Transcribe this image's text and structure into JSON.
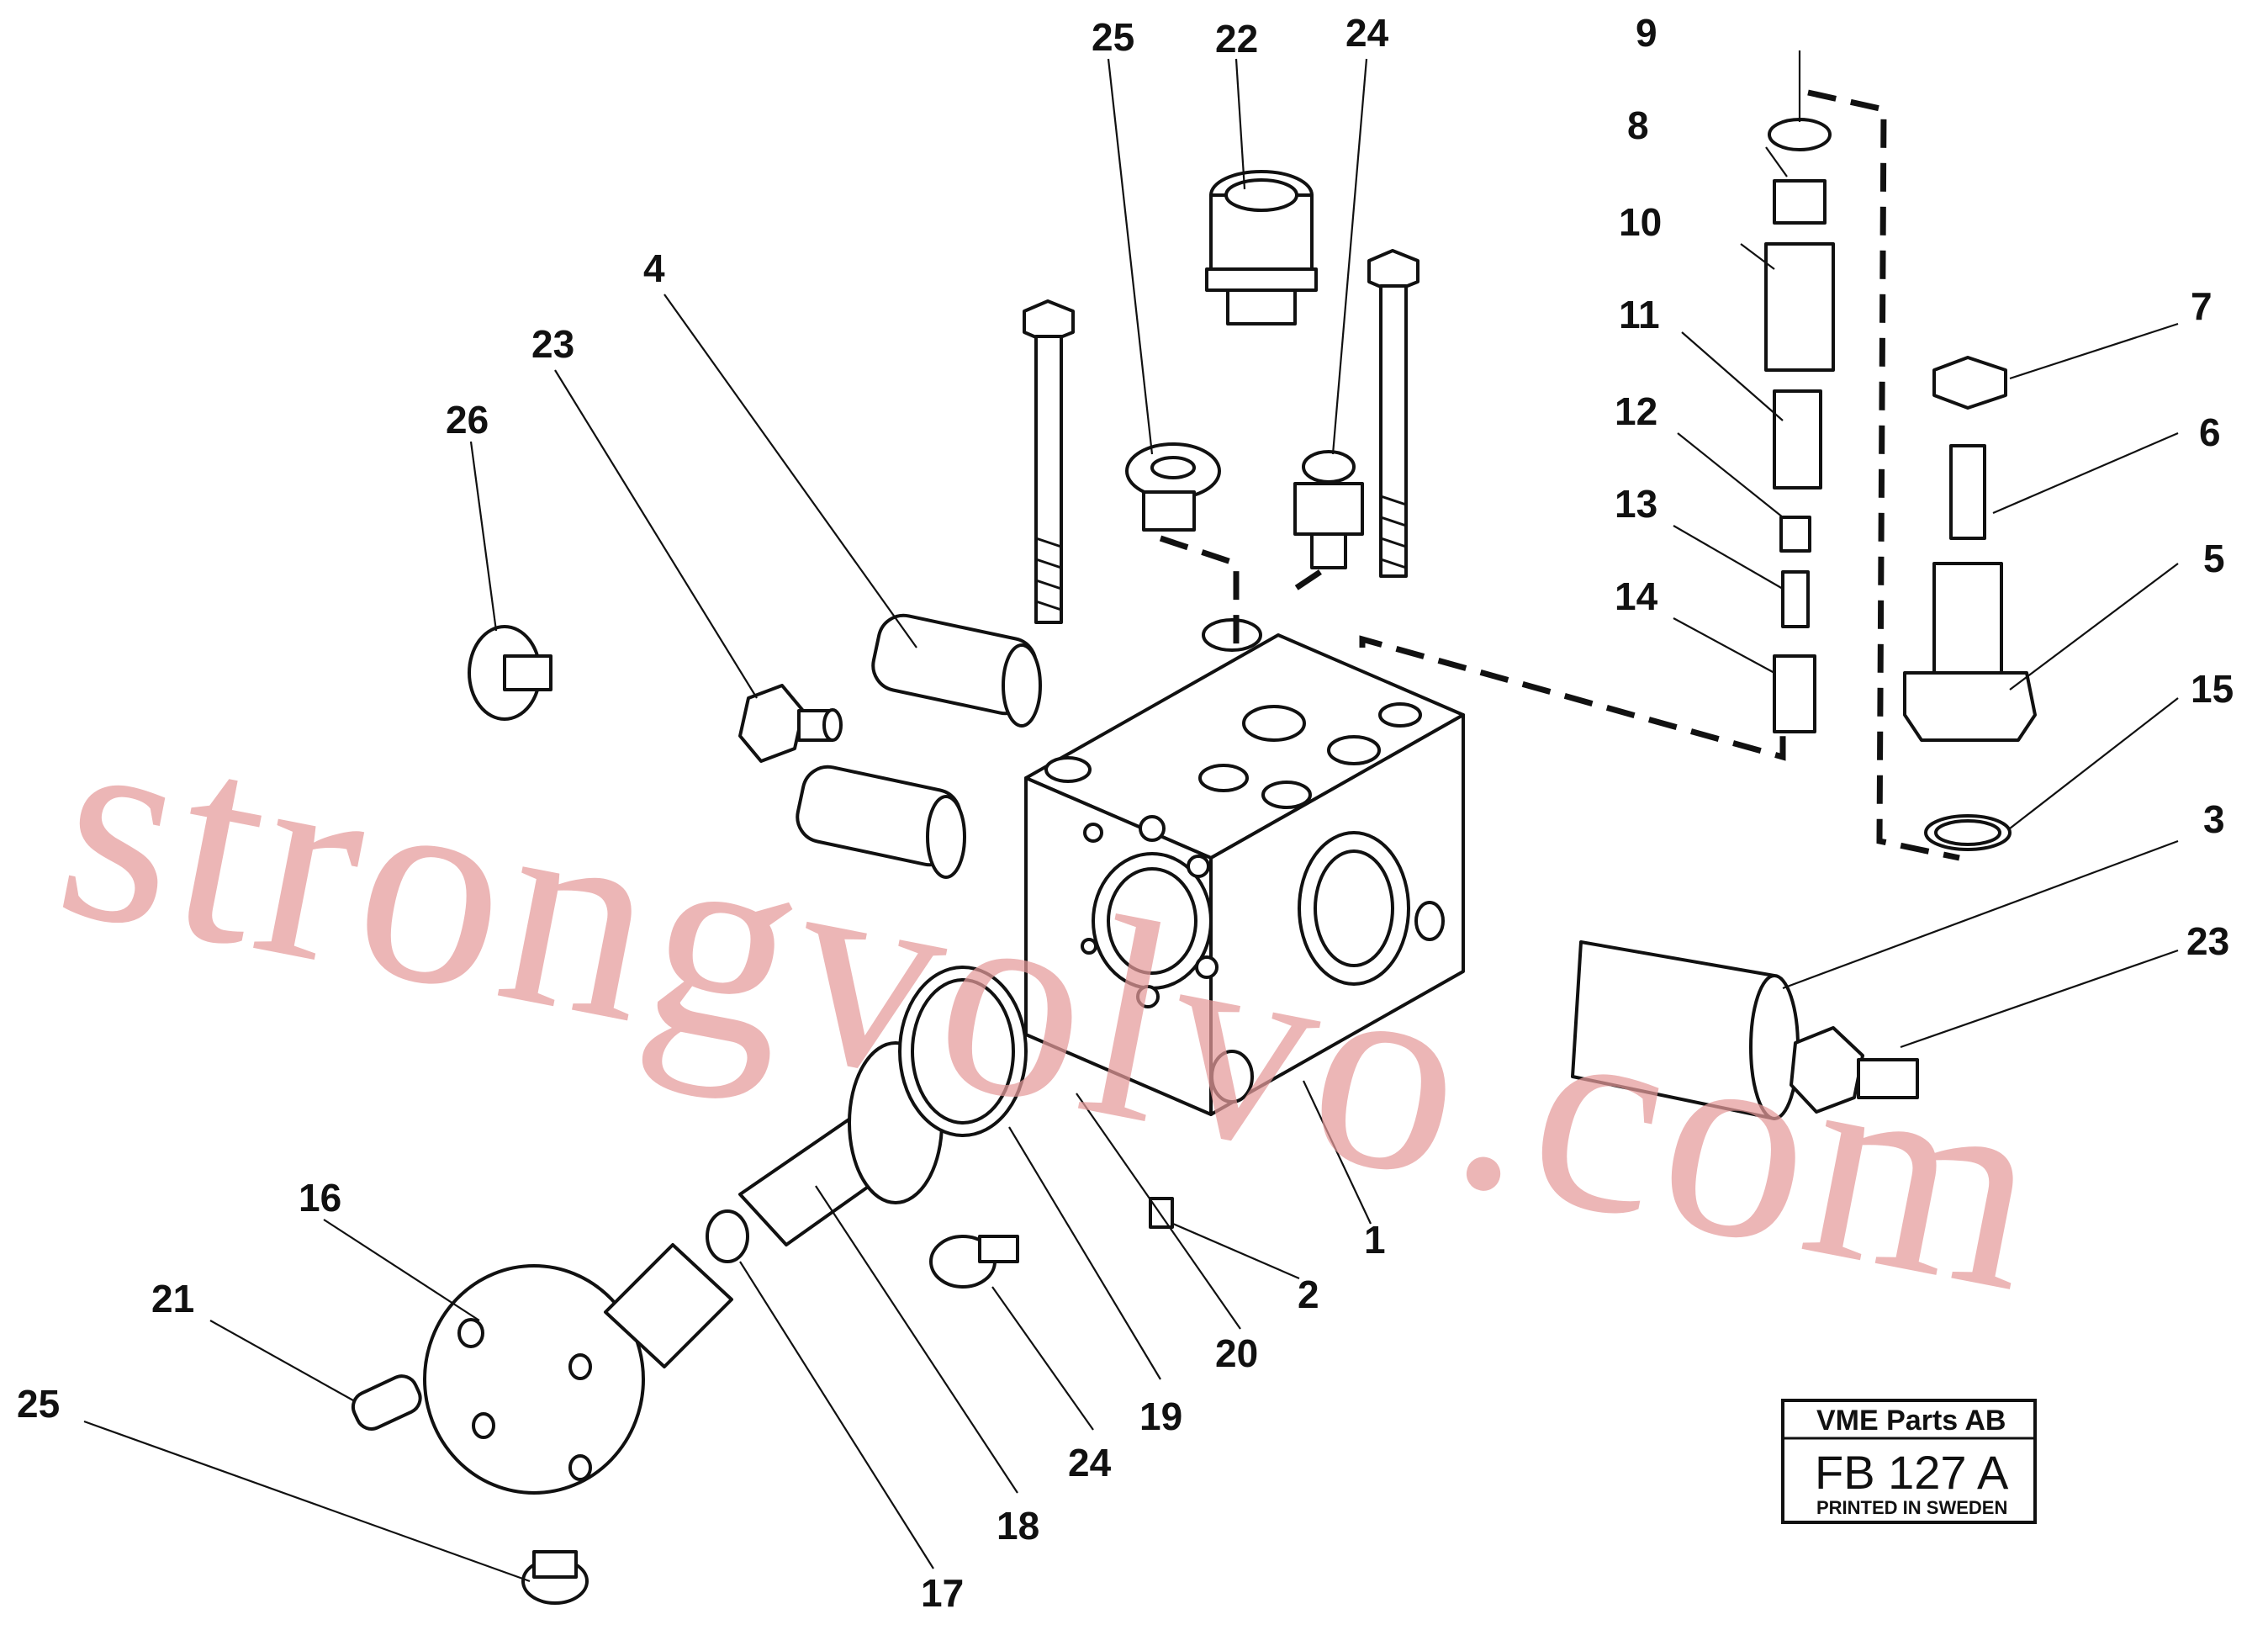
{
  "title_block": {
    "company": "VME Parts AB",
    "drawing_code": "FB 127 A",
    "printed": "PRINTED IN SWEDEN"
  },
  "watermark": "strongvolvo.com",
  "callouts": [
    "25",
    "22",
    "24",
    "9",
    "8",
    "10",
    "11",
    "12",
    "13",
    "14",
    "7",
    "6",
    "5",
    "15",
    "3",
    "23",
    "4",
    "23",
    "26",
    "1",
    "2",
    "20",
    "19",
    "24",
    "18",
    "17",
    "16",
    "21",
    "25"
  ]
}
